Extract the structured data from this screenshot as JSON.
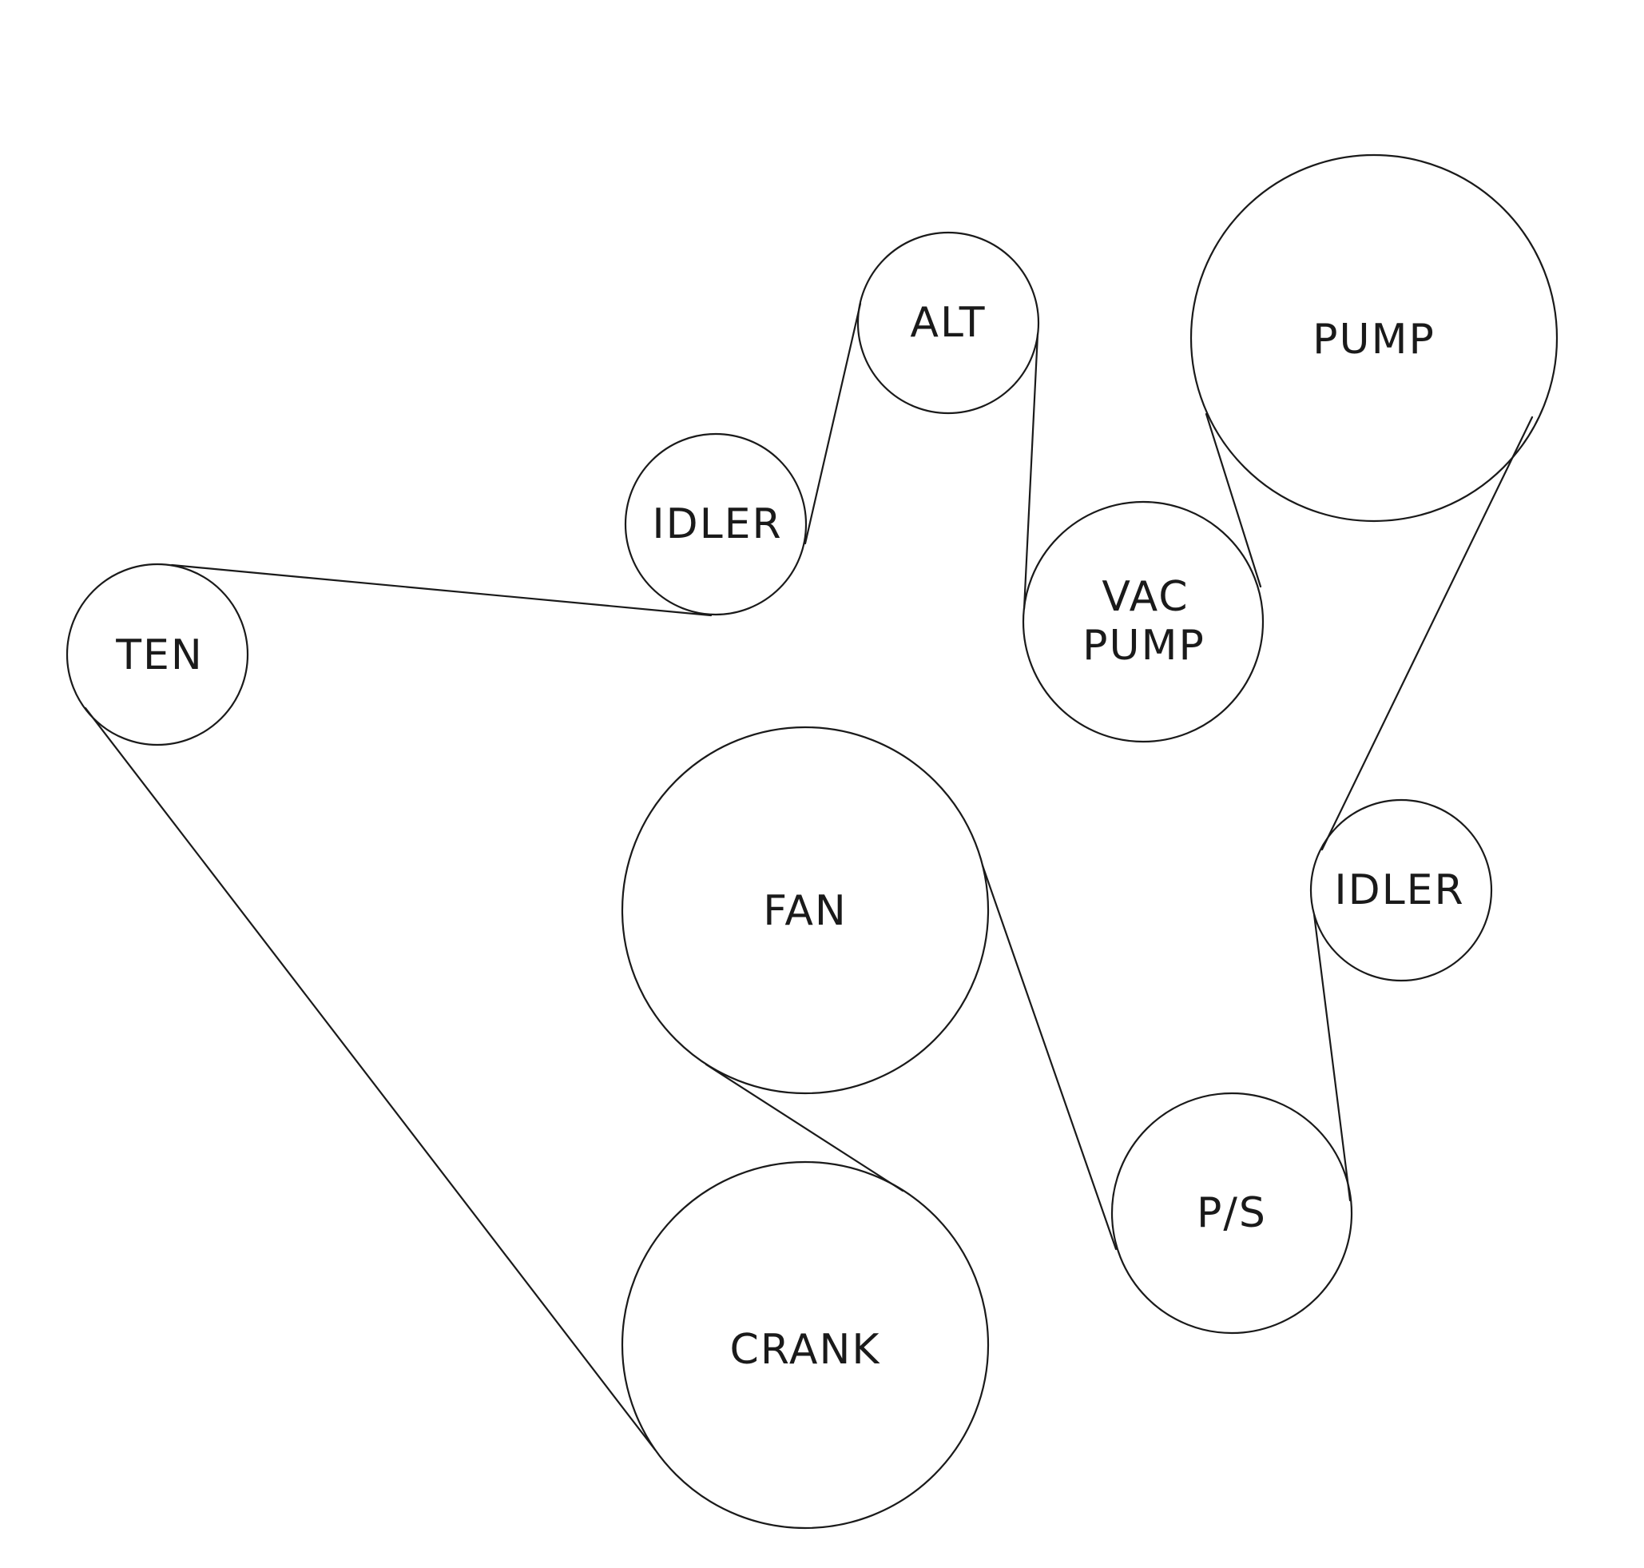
{
  "pulleys": {
    "alt": {
      "label": "ALT"
    },
    "pump": {
      "label": "PUMP"
    },
    "idler_upper": {
      "label": "IDLER"
    },
    "vac_pump": {
      "label_line1": "VAC",
      "label_line2": "PUMP"
    },
    "ten": {
      "label": "TEN"
    },
    "fan": {
      "label": "FAN"
    },
    "idler_right": {
      "label": "IDLER"
    },
    "ps": {
      "label": "P/S"
    },
    "crank": {
      "label": "CRANK"
    }
  }
}
